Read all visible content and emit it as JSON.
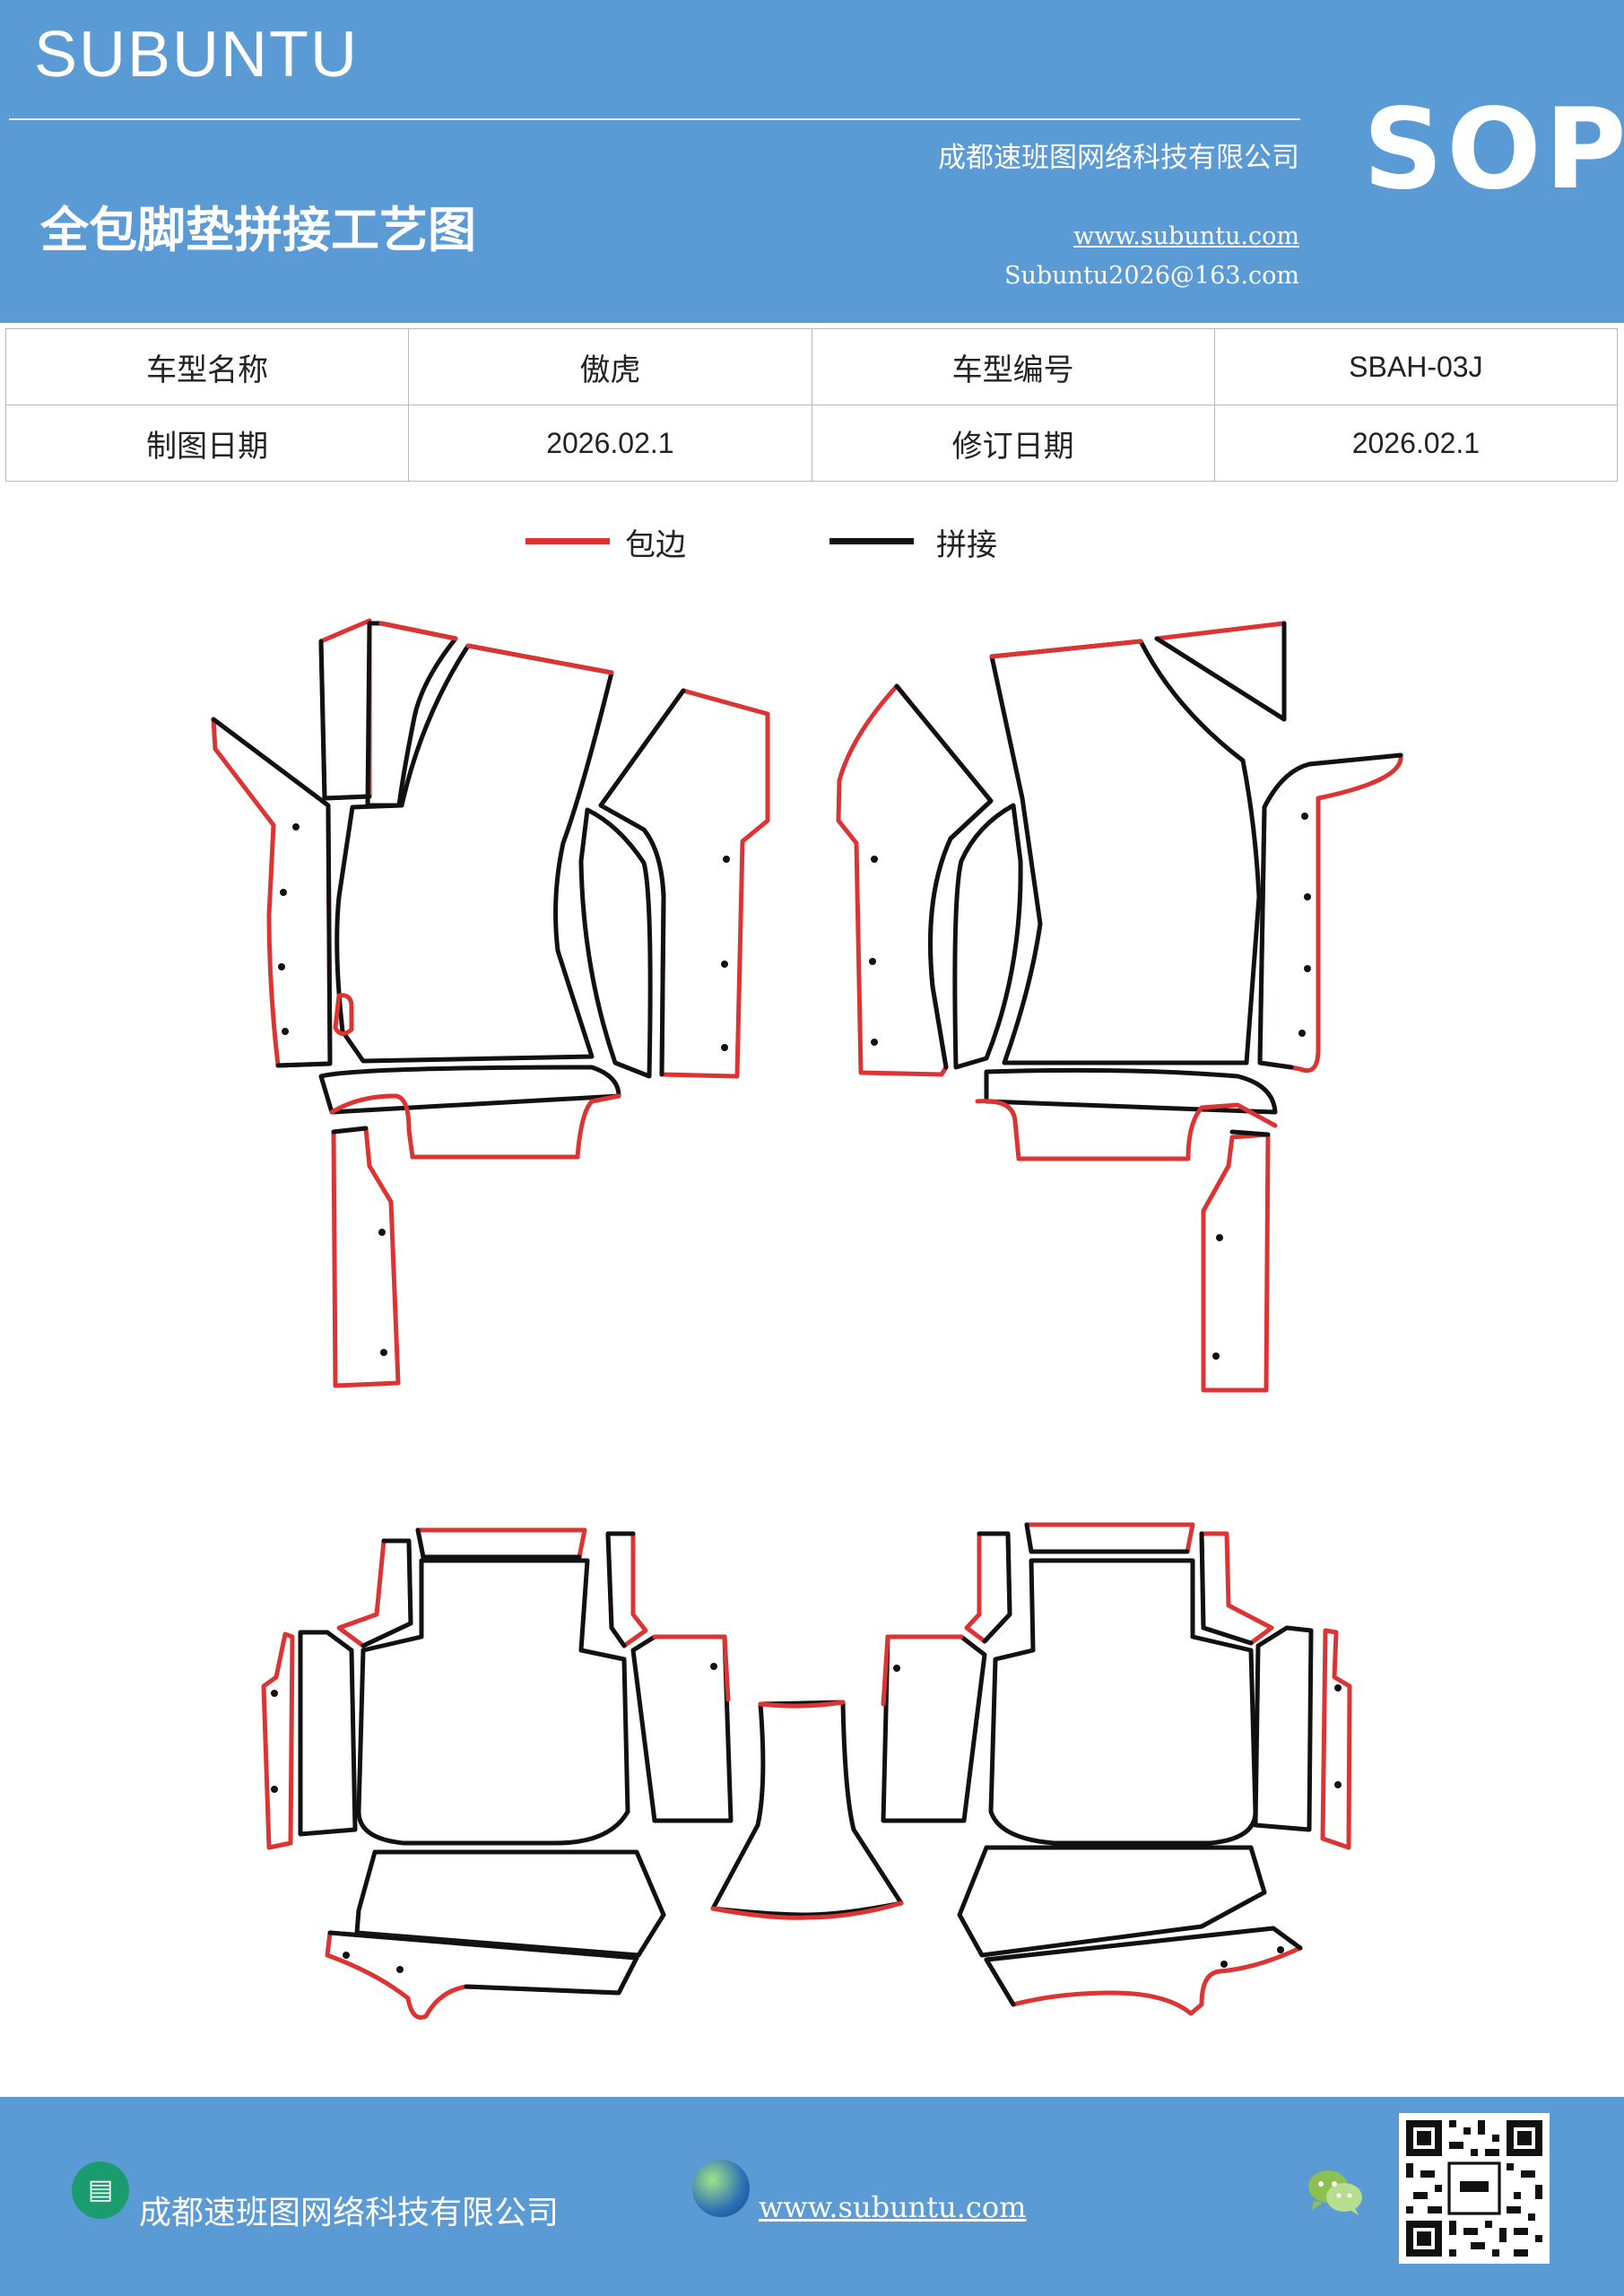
{
  "header": {
    "brand": "SUBUNTU",
    "company": "成都速班图网络科技有限公司",
    "title": "全包脚垫拼接工艺图",
    "website": "www.subuntu.com",
    "email": "Subuntu2026@163.com",
    "badge": "SOP"
  },
  "info": {
    "model_name_label": "车型名称",
    "model_name_value": "傲虎",
    "model_code_label": "车型编号",
    "model_code_value": "SBAH-03J",
    "draw_date_label": "制图日期",
    "draw_date_value": "2026.02.1",
    "revise_date_label": "修订日期",
    "revise_date_value": "2026.02.1"
  },
  "legend": {
    "edge_label": "包边",
    "edge_color": "#e03030",
    "join_label": "拼接",
    "join_color": "#111111"
  },
  "footer": {
    "company": "成都速班图网络科技有限公司",
    "website": "www.subuntu.com",
    "company_icon": "building-icon",
    "web_icon": "globe-icon",
    "chat_icon": "wechat-icon"
  }
}
